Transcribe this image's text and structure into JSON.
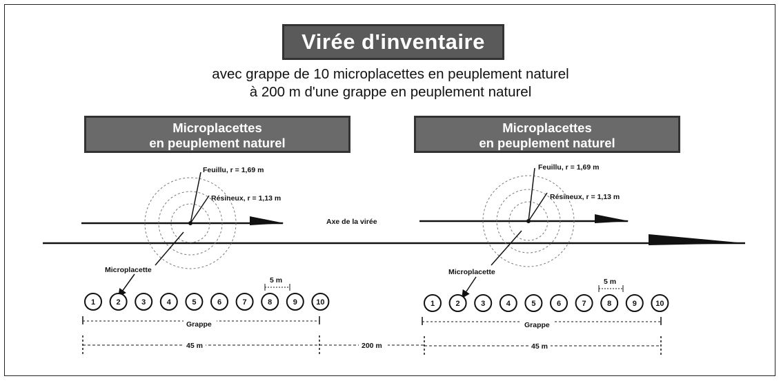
{
  "title": "Virée d'inventaire",
  "subtitle_line1": "avec grappe de 10 microplacettes en peuplement naturel",
  "subtitle_line2": "à 200 m d'une grappe en peuplement naturel",
  "panels": [
    {
      "title_line1": "Microplacettes",
      "title_line2": "en peuplement naturel",
      "feuillu_label": "Feuillu, r = 1,69 m",
      "resineux_label": "Résineux, r = 1,13 m",
      "microplacette_label": "Microplacette",
      "spacing_label": "5 m",
      "grappe_label": "Grappe",
      "distance_label": "45 m",
      "plots": [
        "1",
        "2",
        "3",
        "4",
        "5",
        "6",
        "7",
        "8",
        "9",
        "10"
      ]
    },
    {
      "title_line1": "Microplacettes",
      "title_line2": "en peuplement naturel",
      "feuillu_label": "Feuillu, r = 1,69 m",
      "resineux_label": "Résineux, r = 1,13 m",
      "microplacette_label": "Microplacette",
      "spacing_label": "5 m",
      "grappe_label": "Grappe",
      "distance_label": "45 m",
      "plots": [
        "1",
        "2",
        "3",
        "4",
        "5",
        "6",
        "7",
        "8",
        "9",
        "10"
      ]
    }
  ],
  "axis_label": "Axe de la virée",
  "gap_distance_label": "200 m"
}
